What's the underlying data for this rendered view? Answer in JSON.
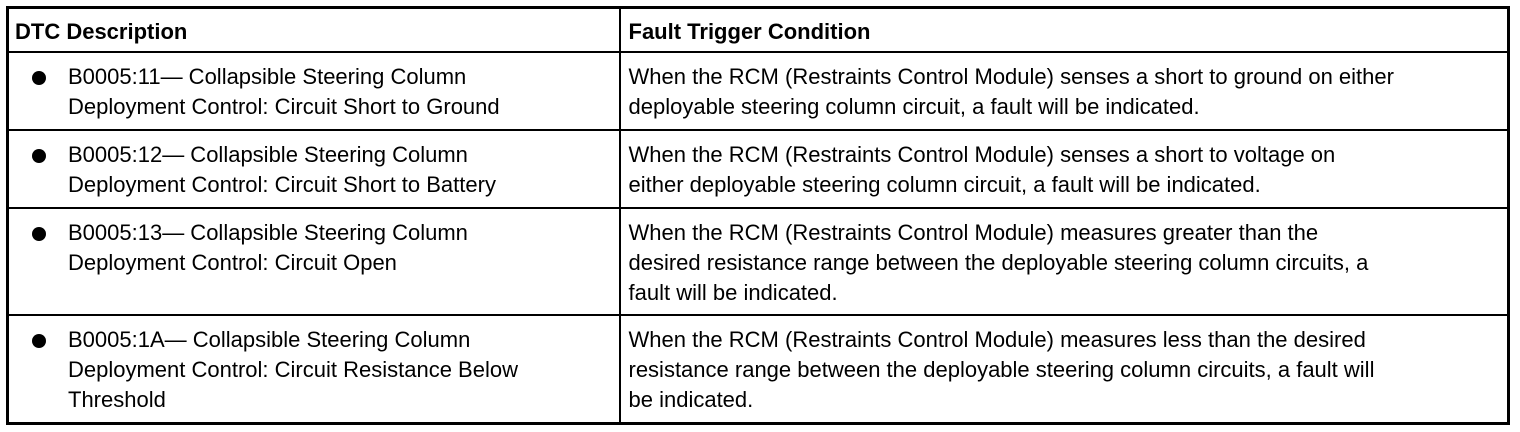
{
  "table": {
    "headers": [
      "DTC Description",
      "Fault Trigger Condition"
    ],
    "rows": [
      {
        "description_lines": [
          "B0005:11— Collapsible Steering Column",
          "Deployment Control: Circuit Short to Ground"
        ],
        "condition_lines": [
          "When the RCM (Restraints Control Module) senses a short to ground on either",
          "deployable steering column circuit, a fault will be indicated."
        ]
      },
      {
        "description_lines": [
          "B0005:12— Collapsible Steering Column",
          "Deployment Control: Circuit Short to Battery"
        ],
        "condition_lines": [
          "When the RCM (Restraints Control Module) senses a short to voltage on",
          "either deployable steering column circuit, a fault will be indicated."
        ]
      },
      {
        "description_lines": [
          "B0005:13— Collapsible Steering Column",
          "Deployment Control: Circuit Open"
        ],
        "condition_lines": [
          "When the RCM (Restraints Control Module) measures greater than the",
          "desired resistance range between the deployable steering column circuits, a",
          "fault will be indicated."
        ]
      },
      {
        "description_lines": [
          "B0005:1A— Collapsible Steering Column",
          "Deployment Control: Circuit Resistance Below",
          "Threshold"
        ],
        "condition_lines": [
          "When the RCM (Restraints Control Module) measures less than the desired",
          "resistance range between the deployable steering column circuits, a fault will",
          "be indicated."
        ]
      }
    ]
  }
}
